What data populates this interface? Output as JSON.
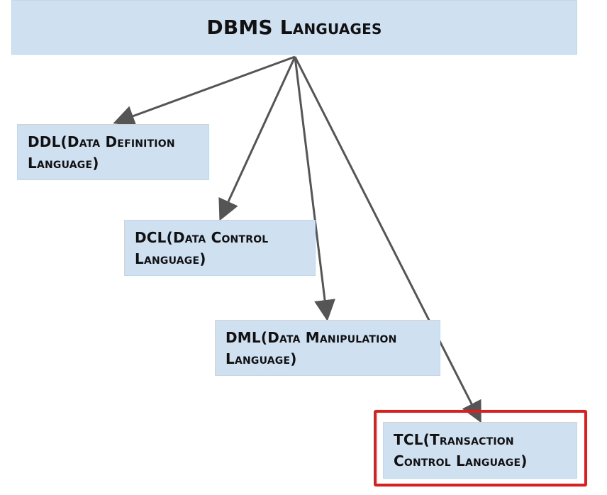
{
  "diagram": {
    "root_label": "DBMS Languages",
    "children": [
      {
        "label": "DDL(Data Definition Language)"
      },
      {
        "label": "DCL(Data Control Language)"
      },
      {
        "label": "DML(Data Manipulation Language)"
      },
      {
        "label": "TCL(Transaction Control Language)"
      }
    ],
    "highlighted_child": "TCL(Transaction Control Language)",
    "colors": {
      "box_fill": "#cfe0f1",
      "connector": "#555555",
      "highlight_border": "#e31b1b"
    }
  }
}
